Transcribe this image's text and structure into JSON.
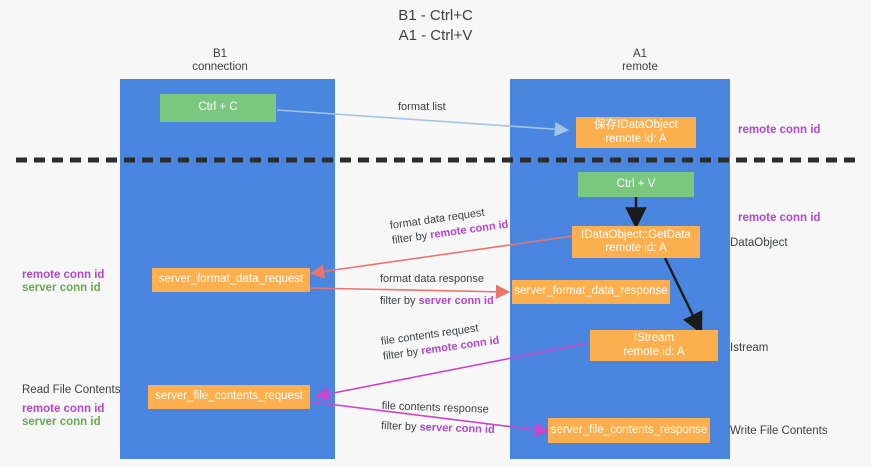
{
  "title": {
    "line1": "B1 - Ctrl+C",
    "line2": "A1 - Ctrl+V"
  },
  "lanes": [
    {
      "name": "b1",
      "title": "B1",
      "subtitle": "connection"
    },
    {
      "name": "a1",
      "title": "A1",
      "subtitle": "remote"
    }
  ],
  "boxes": {
    "ctrl_c": {
      "label": "Ctrl + C",
      "color": "#7ac77f"
    },
    "ctrl_v": {
      "label": "Ctrl + V",
      "color": "#7ac77f"
    },
    "idataobject_store": {
      "line1": "保存IDataObject",
      "line2": "remote id: A",
      "color": "#fcaf4e"
    },
    "idataobject_getdata": {
      "line1": "IDataObject::GetData",
      "line2": "remote id: A",
      "color": "#fcaf4e"
    },
    "server_format_data_request": {
      "label": "server_format_data_request",
      "color": "#fcaf4e"
    },
    "server_format_data_response": {
      "label": "server_format_data_response",
      "color": "#fcaf4e"
    },
    "istream": {
      "line1": "IStream",
      "line2": "remote id: A",
      "color": "#fcaf4e"
    },
    "server_file_contents_request": {
      "label": "server_file_contents_request",
      "color": "#fcaf4e"
    },
    "server_file_contents_response": {
      "label": "server_file_contents_response",
      "color": "#fcaf4e"
    }
  },
  "edge_labels": {
    "format_list": "format list",
    "format_data_request": "format data request",
    "format_data_request_filter_prefix": "filter by ",
    "format_data_request_filter_key": "remote conn id",
    "format_data_response": "format data response",
    "format_data_response_filter_prefix": "filter by ",
    "format_data_response_filter_key": "server conn id",
    "file_contents_request": "file contents request",
    "file_contents_request_filter_prefix": "filter by ",
    "file_contents_request_filter_key": "remote conn id",
    "file_contents_response": "file contents response",
    "file_contents_response_filter_prefix": "filter by ",
    "file_contents_response_filter_key": "server conn id"
  },
  "left_labels": {
    "remote_conn_id": "remote conn id",
    "server_conn_id": "server conn id",
    "read_file_contents": "Read File Contents",
    "remote_conn_id_2": "remote conn id",
    "server_conn_id_2": "server conn id"
  },
  "right_labels": {
    "remote_conn_id_top": "remote conn id",
    "remote_conn_id_mid": "remote conn id",
    "dataobject": "DataObject",
    "istream": "Istream",
    "write_file_contents": "Write File Contents"
  },
  "colors": {
    "lane": "#4a86e0",
    "green_box": "#7ac77f",
    "orange_box": "#fcaf4e",
    "purple": "#b048c8",
    "green_text": "#6aa84f",
    "red_arrow": "#e8756b",
    "magenta_arrow": "#cc44cc",
    "blue_arrow": "#9fc5e8",
    "black_arrow": "#1a1a1a",
    "divider": "#2b2b2b",
    "background": "#f7f7f7"
  }
}
